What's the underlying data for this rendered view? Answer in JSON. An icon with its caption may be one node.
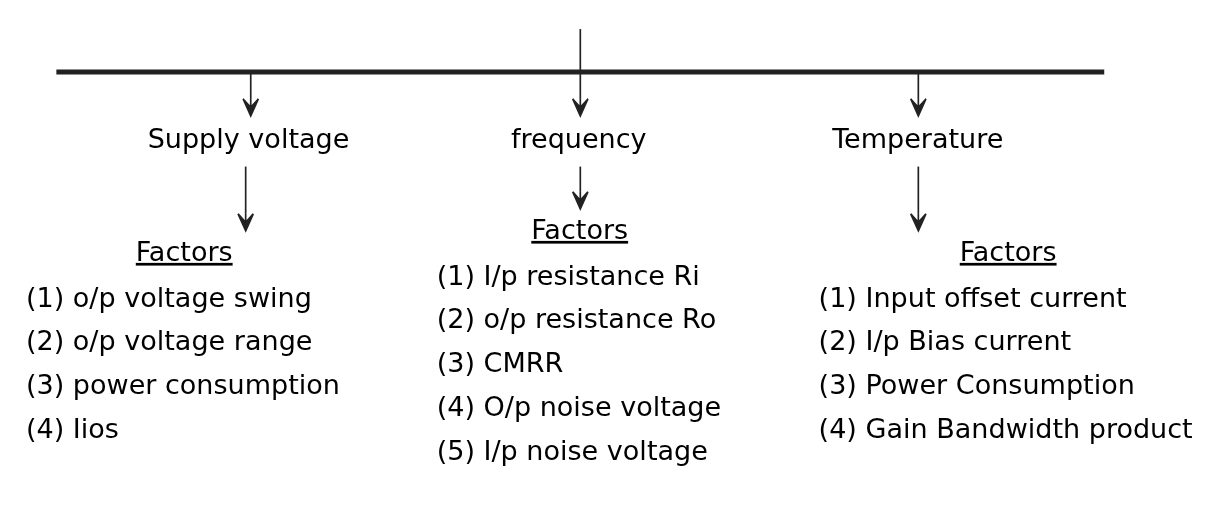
{
  "diagram": {
    "nodes": [
      {
        "text": [],
        "shape": "bar"
      },
      {
        "text": [
          "Supply voltage"
        ]
      },
      {
        "text": [
          "frequency"
        ]
      },
      {
        "text": [
          "Temperature"
        ]
      },
      {
        "text": [
          "Factors",
          "(1) o/p voltage swing",
          "(2) o/p voltage range",
          "(3) power consumption",
          "(4) Iios"
        ]
      },
      {
        "text": [
          "Factors",
          "(1) I/p resistance Ri",
          "(2) o/p resistance Ro",
          "(3) CMRR",
          "(4) O/p noise voltage",
          "(5) I/p noise voltage"
        ]
      },
      {
        "text": [
          "Factors",
          "(1) Input offset current",
          "(2) I/p Bias current",
          "(3) Power Consumption",
          "(4) Gain Bandwidth product"
        ]
      }
    ],
    "edges": [
      {
        "from": null,
        "to": 0,
        "arrow": "none"
      },
      {
        "from": 0,
        "to": 1,
        "arrow": "to"
      },
      {
        "from": 0,
        "to": 2,
        "arrow": "to"
      },
      {
        "from": 0,
        "to": 3,
        "arrow": "to"
      },
      {
        "from": 1,
        "to": 4,
        "arrow": "to"
      },
      {
        "from": 2,
        "to": 5,
        "arrow": "to"
      },
      {
        "from": 3,
        "to": 6,
        "arrow": "to"
      }
    ]
  }
}
